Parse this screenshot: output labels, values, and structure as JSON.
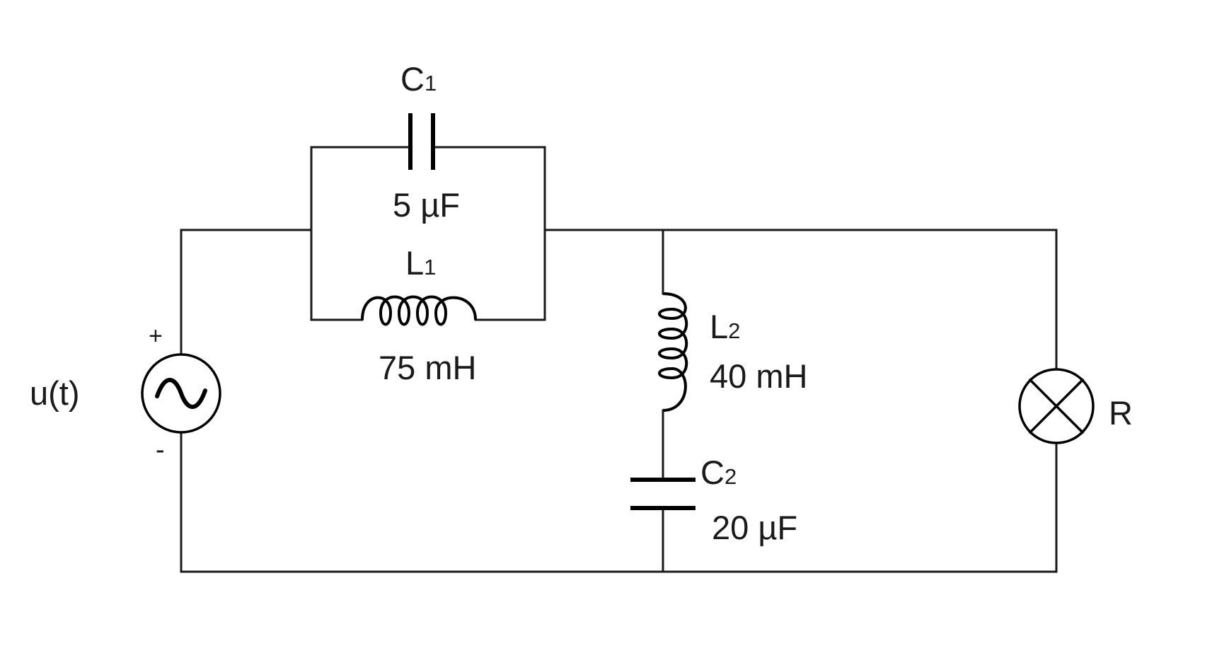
{
  "source": {
    "label": "u(t)",
    "plus": "+",
    "minus": "-"
  },
  "c1": {
    "letter": "C",
    "index": "1",
    "value": "5 µF"
  },
  "l1": {
    "letter": "L",
    "index": "1",
    "value": "75 mH"
  },
  "l2": {
    "letter": "L",
    "index": "2",
    "value": "40 mH"
  },
  "c2": {
    "letter": "C",
    "index": "2",
    "value": "20 µF"
  },
  "lamp": {
    "label": "R"
  },
  "colors": {
    "line": "#1a1a1a",
    "background": "#ffffff"
  },
  "icons": {
    "source": "ac-source-icon",
    "lamp": "lamp-icon",
    "capacitor": "capacitor-icon",
    "inductor": "inductor-icon"
  }
}
